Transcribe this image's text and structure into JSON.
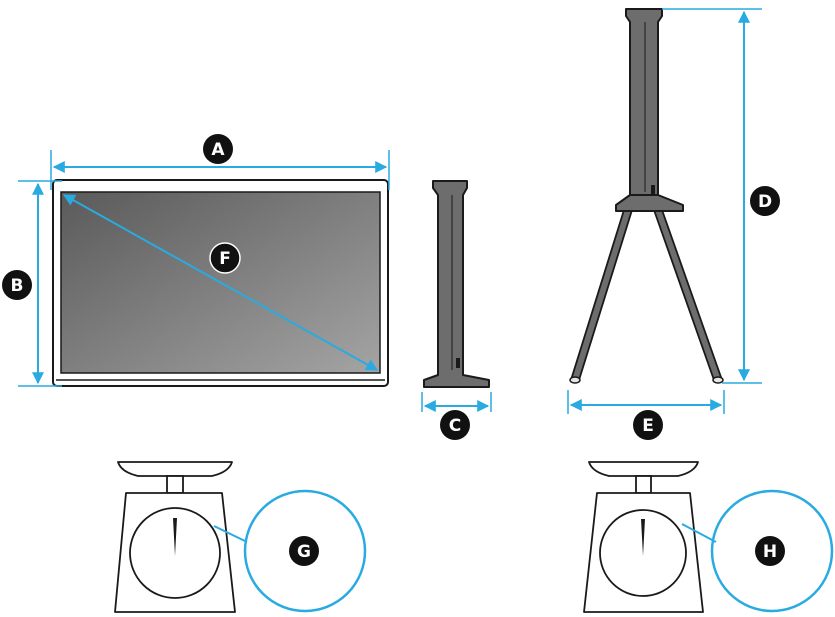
{
  "colors": {
    "dimension": "#29abe2",
    "outline": "#1a1a1a",
    "body": "#6d6d6d",
    "screen_dark": "#5c5c5c",
    "screen_light": "#a3a3a3",
    "badge": "#111111"
  },
  "labels": {
    "width": "A",
    "height": "B",
    "stand_depth": "C",
    "stand_height": "D",
    "stand_width": "E",
    "diagonal": "F",
    "weight_tv": "G",
    "weight_stand": "H"
  },
  "icons": [
    "tv-panel-icon",
    "stand-side-icon",
    "easel-stand-icon",
    "scale-icon",
    "scale-icon"
  ]
}
